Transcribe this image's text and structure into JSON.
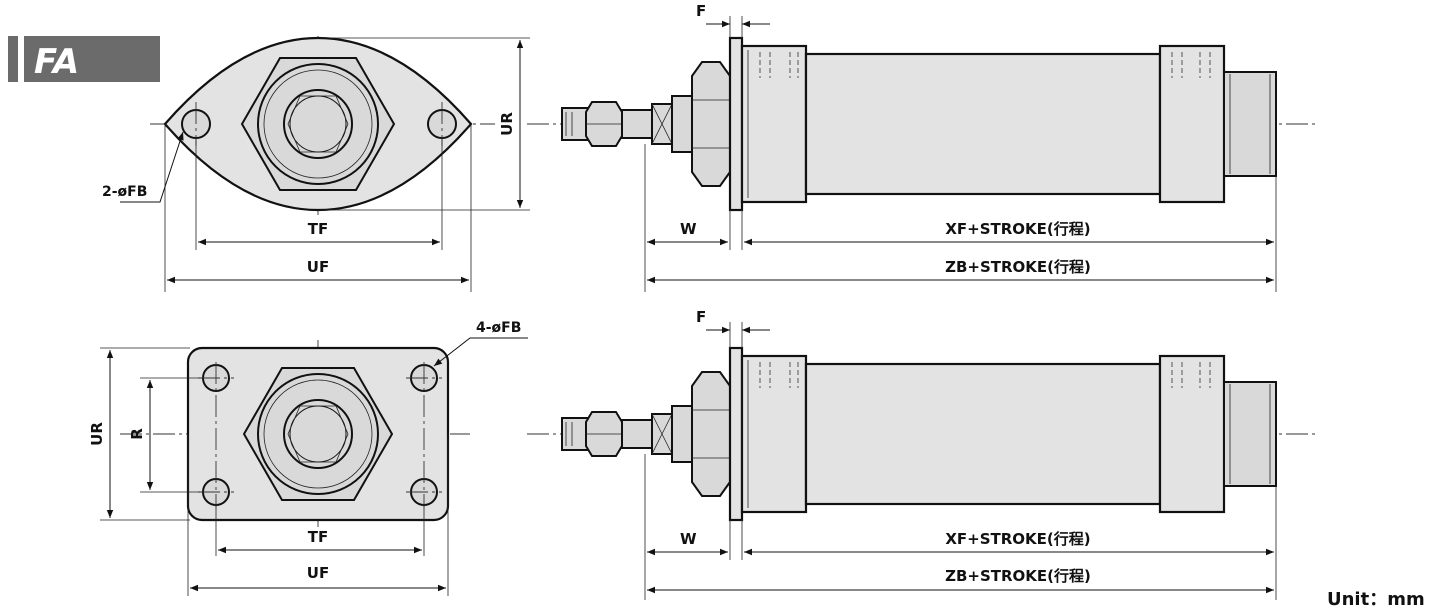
{
  "badge": {
    "label": "FA",
    "color": "#6b6b6b"
  },
  "unit_label": "Unit：mm",
  "top_view": {
    "ur": "UR",
    "hole_note": "2-øFB",
    "tf": "TF",
    "uf": "UF"
  },
  "top_side": {
    "f": "F",
    "w": "W",
    "xf": "XF+STROKE(行程)",
    "zb": "ZB+STROKE(行程)"
  },
  "bottom_view": {
    "hole_note": "4-øFB",
    "ur": "UR",
    "r": "R",
    "tf": "TF",
    "uf": "UF"
  },
  "bottom_side": {
    "f": "F",
    "w": "W",
    "xf": "XF+STROKE(行程)",
    "zb": "ZB+STROKE(行程)"
  }
}
